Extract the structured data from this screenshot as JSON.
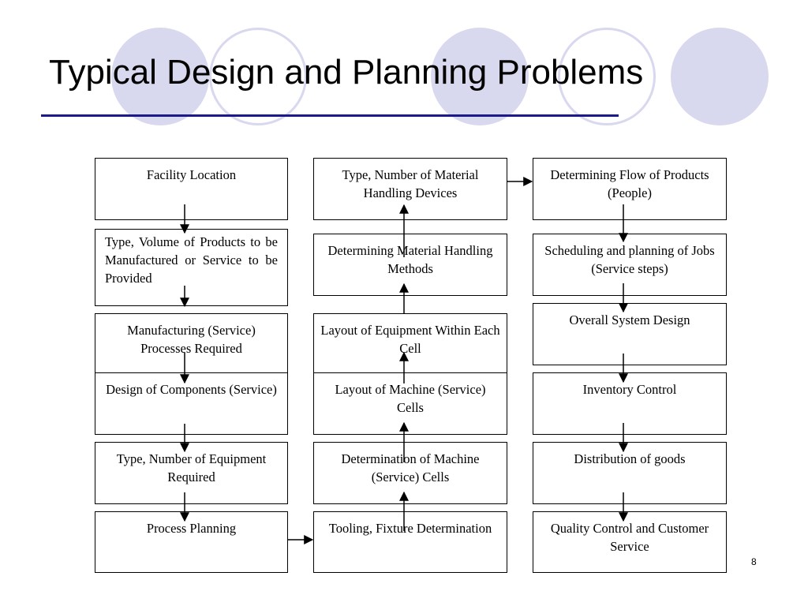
{
  "slide": {
    "title": "Typical Design and Planning Problems",
    "page_number": "8",
    "accent_color": "#1a1a8c",
    "circle_color": "#d8d8ef"
  },
  "column1": {
    "facility_location": "Facility Location",
    "type_volume_products": "Type, Volume of Products to be Manufactured or Service to be Provided",
    "processes_required": "Manufacturing (Service) Processes Required",
    "design_components": "Design of Components (Service)",
    "equipment_required": "Type, Number of Equipment Required",
    "process_planning": "Process Planning"
  },
  "column2": {
    "handling_devices": "Type, Number of Material Handling Devices",
    "handling_methods": "Determining Material Handling Methods",
    "layout_equipment": "Layout of Equipment Within Each Cell",
    "layout_cells": "Layout of Machine (Service) Cells",
    "determination_cells": "Determination of Machine (Service) Cells",
    "tooling_fixture": "Tooling, Fixture Determination"
  },
  "column3": {
    "flow_products": "Determining Flow of Products (People)",
    "scheduling": "Scheduling and planning of Jobs (Service steps)",
    "system_design": "Overall System Design",
    "inventory_control": "Inventory Control",
    "distribution": "Distribution of goods",
    "quality_control": "Quality Control and Customer Service"
  }
}
